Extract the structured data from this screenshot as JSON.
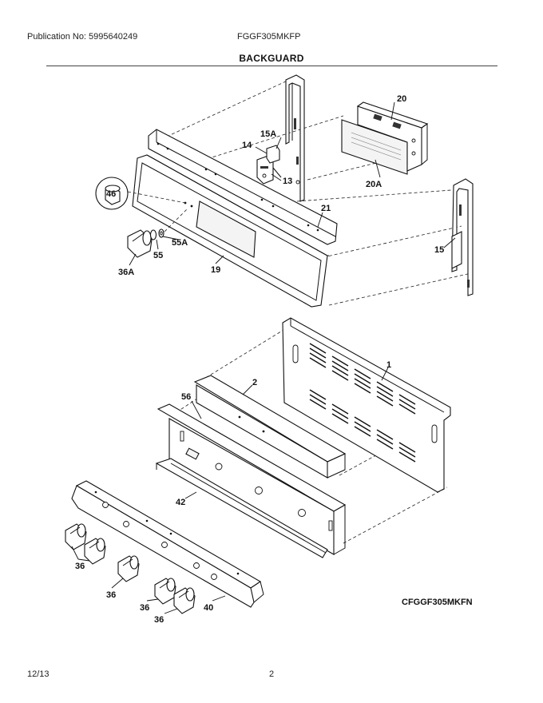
{
  "header": {
    "publication": "Publication No: 5995640249",
    "model": "FGGF305MKFP"
  },
  "section_title": "BACKGUARD",
  "model_code": "CFGGF305MKFN",
  "footer": {
    "date": "12/13",
    "page": "2"
  },
  "callouts": {
    "c1": "1",
    "c2": "2",
    "c13": "13",
    "c14": "14",
    "c15": "15",
    "c15A": "15A",
    "c19": "19",
    "c20": "20",
    "c20A": "20A",
    "c21": "21",
    "c36a": "36",
    "c36b": "36",
    "c36c": "36",
    "c36d": "36",
    "c36A": "36A",
    "c40": "40",
    "c42": "42",
    "c46": "46",
    "c55": "55",
    "c55A": "55A",
    "c56": "56"
  }
}
